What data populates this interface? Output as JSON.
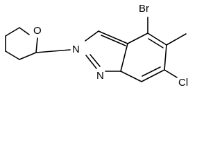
{
  "atoms": {
    "bromine": "Br",
    "chlorine": "Cl",
    "ring_nitrogen": "N",
    "indazole_nitrogen_n2": "N",
    "pyran_oxygen": "O"
  }
}
